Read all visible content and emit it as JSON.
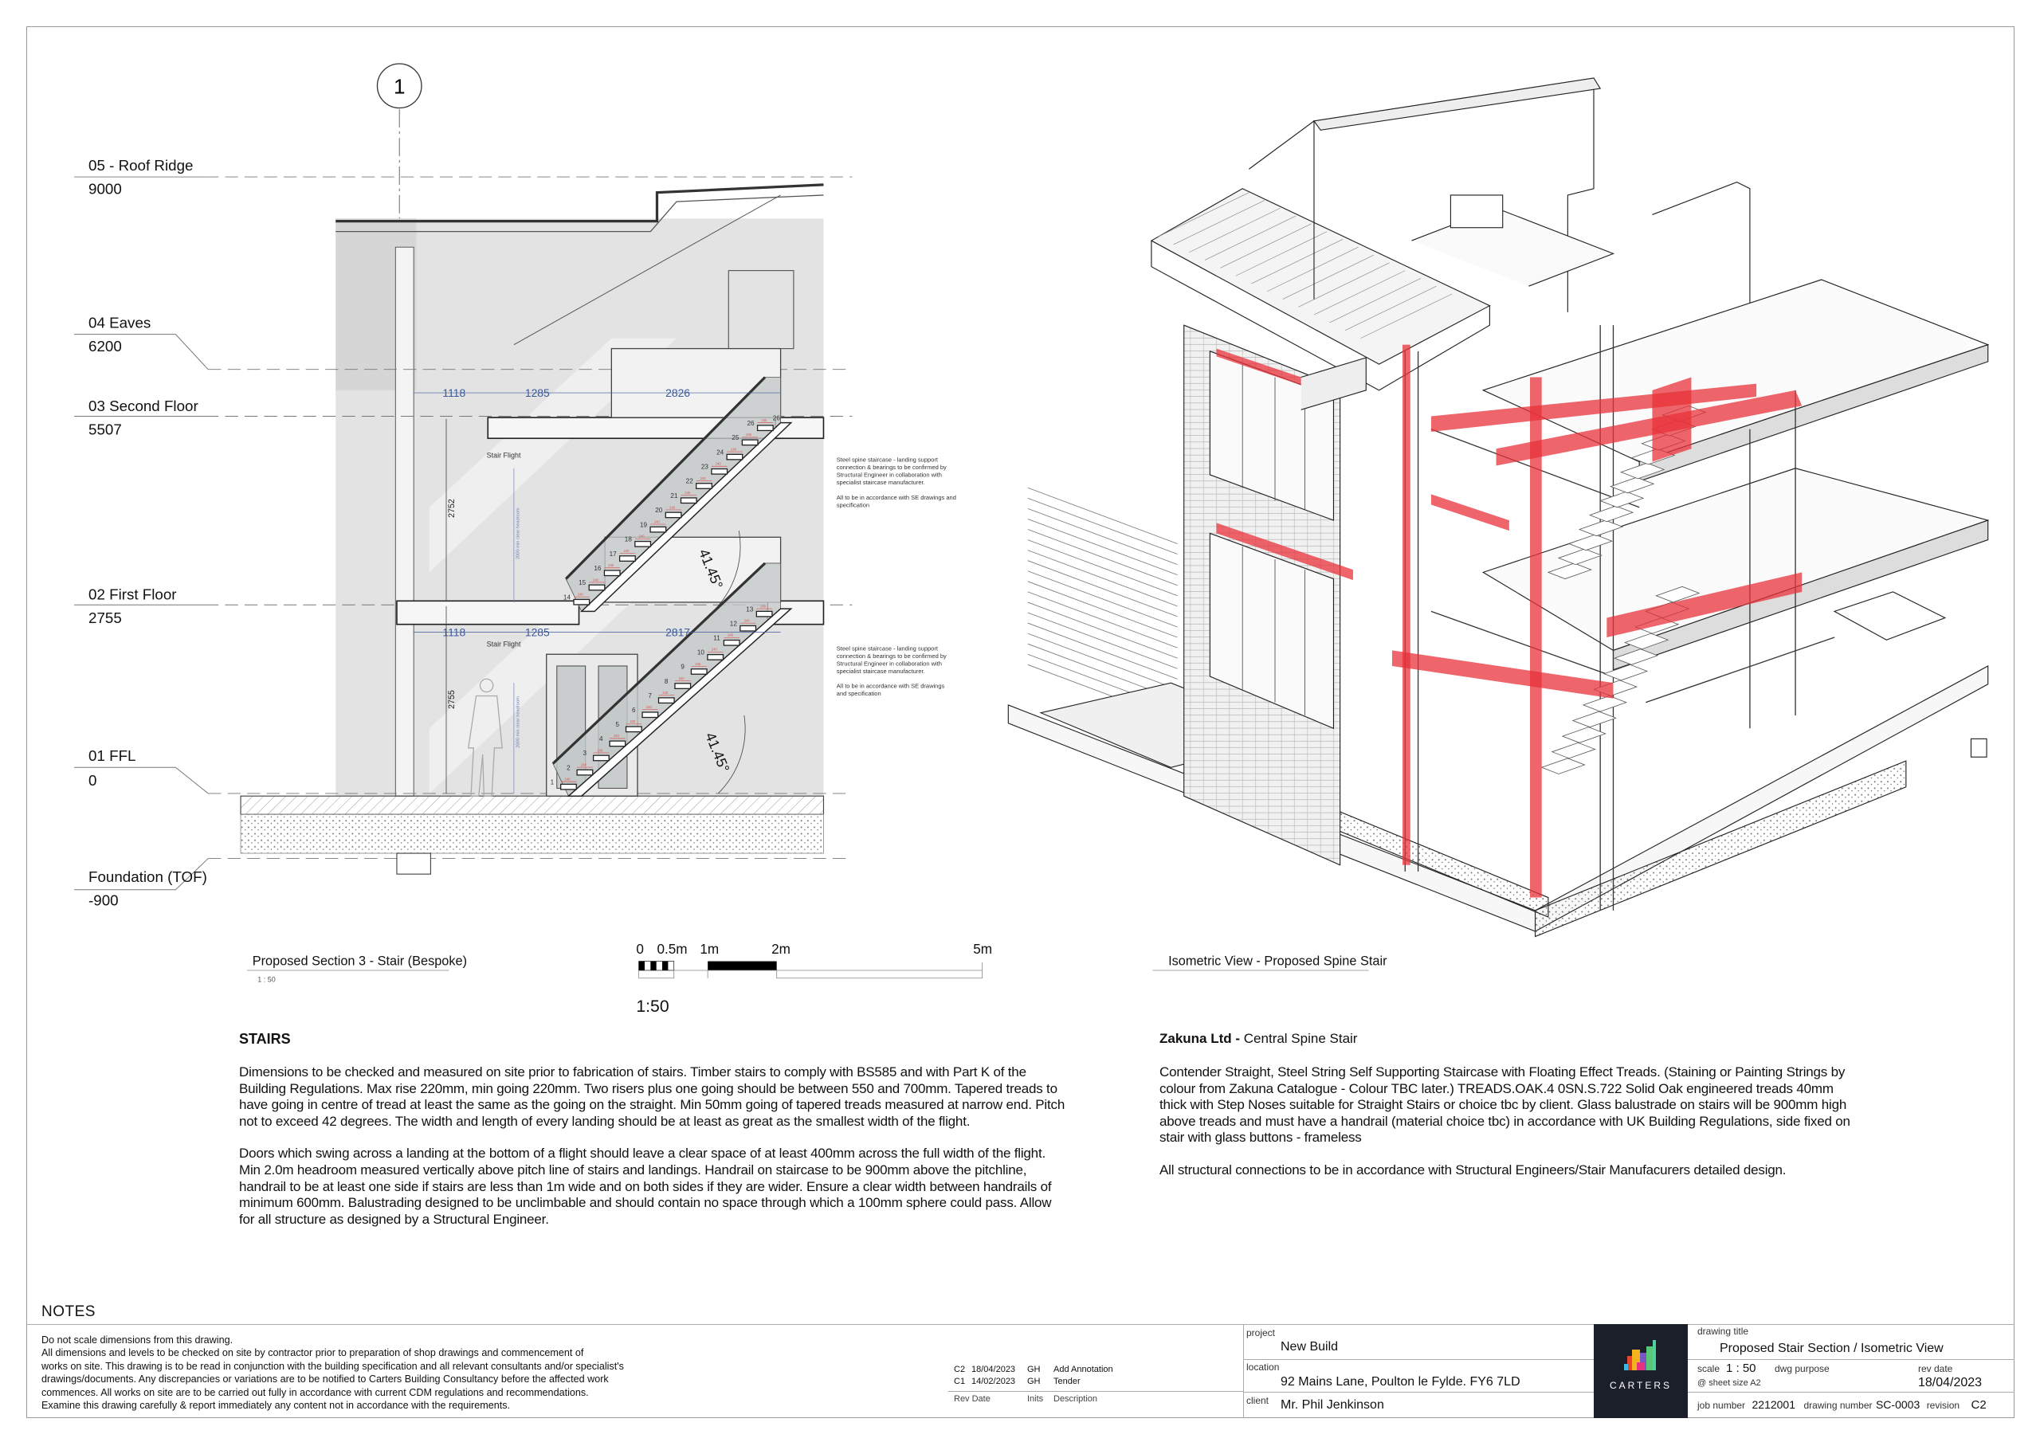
{
  "section": {
    "grid_bubble": "1",
    "levels": [
      {
        "name": "05 - Roof Ridge",
        "value": "9000"
      },
      {
        "name": "04 Eaves",
        "value": "6200"
      },
      {
        "name": "03 Second Floor",
        "value": "5507"
      },
      {
        "name": "02 First Floor",
        "value": "2755"
      },
      {
        "name": "01 FFL",
        "value": "0"
      },
      {
        "name": "Foundation (TOF)",
        "value": "-900"
      }
    ],
    "dims_upper": [
      "1118",
      "1285",
      "2826"
    ],
    "dims_lower": [
      "1118",
      "1285",
      "2817"
    ],
    "vertical_dims": [
      "2752",
      "2755"
    ],
    "headroom_label": "2000 min clear headroom",
    "stair_flight_label": "Stair Flight",
    "pitch_angle": "41.45°",
    "tread_going": "240",
    "steps": [
      "1",
      "2",
      "3",
      "4",
      "5",
      "6",
      "7",
      "8",
      "9",
      "10",
      "11",
      "12",
      "13",
      "14",
      "15",
      "16",
      "17",
      "18",
      "19",
      "20",
      "21",
      "22",
      "23",
      "24",
      "25",
      "26"
    ],
    "annotation_1": [
      "Steel spine staircase - landing support",
      "connection & bearings to be confirmed by",
      "Structural Engineer in collaboration with",
      "specialist staircase manufacturer.",
      "",
      "All to be in accordance with SE drawings and",
      "specification"
    ],
    "annotation_2": [
      "Steel spine staircase - landing support",
      "connection & bearings to be confirmed by",
      "Structural Engineer in collaboration with",
      "specialist staircase manufacturer.",
      "",
      "All to be in accordance with SE drawings",
      "and specification"
    ],
    "title": "Proposed Section 3 - Stair (Bespoke)",
    "title_scale": "1 : 50"
  },
  "scale_bar": {
    "ticks": [
      "0",
      "0.5m",
      "1m",
      "2m",
      "5m"
    ],
    "ratio": "1:50"
  },
  "isometric": {
    "title": "Isometric View - Proposed Spine Stair",
    "highlight_color": "#e8323a"
  },
  "stairs_notes": {
    "heading": "STAIRS",
    "paragraphs": [
      "Dimensions to be checked and measured on site prior to fabrication of stairs. Timber stairs to comply with BS585 and with Part K of the Building Regulations. Max rise 220mm, min going 220mm. Two risers plus one going should be between 550 and 700mm. Tapered treads to have going in centre of tread at least the same as the going on the straight. Min 50mm going of tapered treads measured at narrow end. Pitch not to exceed 42 degrees. The width and length of every landing should be at least as great as the smallest width of the flight.",
      "Doors which swing across a landing at the bottom of a flight should leave a clear space of at least 400mm across the full width of the flight. Min 2.0m headroom measured vertically above pitch line of stairs and landings. Handrail on staircase to be 900mm above the pitchline, handrail to be at least one side if stairs are less than 1m wide and on both sides if they are wider. Ensure a clear width between handrails of minimum 600mm. Balustrading designed to be unclimbable and should contain no space through which a 100mm sphere could pass. Allow for all structure as designed by a Structural Engineer."
    ]
  },
  "supplier_notes": {
    "heading_bold": "Zakuna Ltd - ",
    "heading_rest": "Central Spine Stair",
    "paragraphs": [
      "Contender Straight, Steel String Self Supporting Staircase with Floating Effect Treads. (Staining or Painting Strings by colour from Zakuna Catalogue - Colour TBC later.) TREADS.OAK.4 0SN.S.722 Solid Oak engineered treads 40mm thick with Step Noses suitable for Straight Stairs or choice tbc by client. Glass balustrade on stairs will be 900mm high above treads and must have a handrail (material choice tbc) in accordance with UK Building Regulations, side fixed on stair with glass buttons - frameless",
      "All structural connections to be in accordance with Structural Engineers/Stair Manufacurers detailed design."
    ]
  },
  "notes": {
    "title": "NOTES",
    "lines": [
      "Do not scale dimensions from this drawing.",
      "All dimensions and levels to be checked on site by contractor prior to preparation of shop drawings and commencement of",
      "works on site. This drawing is to be read in conjunction with the building specification and all relevant consultants and/or specialist's",
      "drawings/documents. Any discrepancies or variations are to be notified to Carters Building Consultancy before the affected work",
      "commences. All works on site are to be carried out fully in accordance with current CDM regulations and recommendations.",
      "Examine this drawing carefully & report immediately any content not in accordance with the requirements."
    ]
  },
  "revisions": {
    "rows": [
      {
        "rev": "C2",
        "date": "18/04/2023",
        "initials": "GH",
        "description": "Add Annotation"
      },
      {
        "rev": "C1",
        "date": "14/02/2023",
        "initials": "GH",
        "description": "Tender"
      }
    ],
    "headers": {
      "rev_date": "Rev Date",
      "initials": "Inits",
      "description": "Description"
    }
  },
  "title_block": {
    "project_label": "project",
    "project": "New Build",
    "location_label": "location",
    "location": "92 Mains Lane, Poulton le Fylde. FY6 7LD",
    "client_label": "client",
    "client": "Mr. Phil Jenkinson",
    "logo_text": "CARTERS",
    "drawing_title_label": "drawing title",
    "drawing_title": "Proposed Stair Section / Isometric View",
    "scale_label": "scale",
    "scale": "1 : 50",
    "sheet_size": "@ sheet size A2",
    "dwg_purpose_label": "dwg purpose",
    "rev_date_label": "rev date",
    "rev_date": "18/04/2023",
    "job_number_label": "job number",
    "job_number": "2212001",
    "drawing_number_label": "drawing number",
    "drawing_number": "SC-0003",
    "revision_label": "revision",
    "revision": "C2"
  }
}
